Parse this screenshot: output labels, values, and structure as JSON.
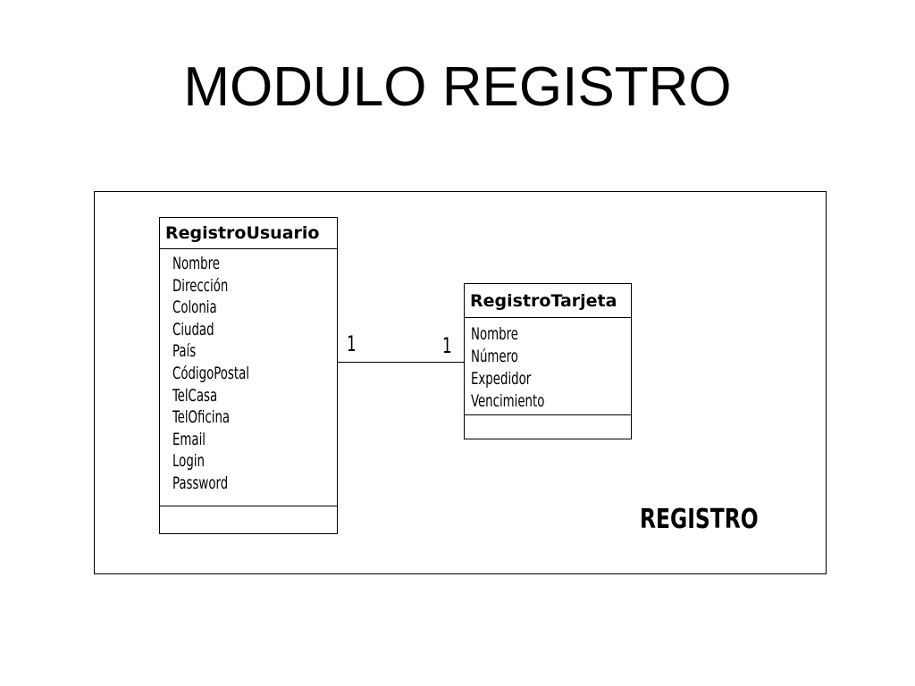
{
  "title": "MODULO REGISTRO",
  "diagram": {
    "classes": [
      {
        "name": "RegistroUsuario",
        "attributes": [
          "Nombre",
          "Dirección",
          "Colonia",
          "Ciudad",
          "País",
          "CódigoPostal",
          "TelCasa",
          "TelOficina",
          "Email",
          "Login",
          "Password"
        ]
      },
      {
        "name": "RegistroTarjeta",
        "attributes": [
          "Nombre",
          "Número",
          "Expedidor",
          "Vencimiento"
        ]
      }
    ],
    "association": {
      "from_multiplicity": "1",
      "to_multiplicity": "1"
    },
    "module_label": "REGISTRO"
  }
}
